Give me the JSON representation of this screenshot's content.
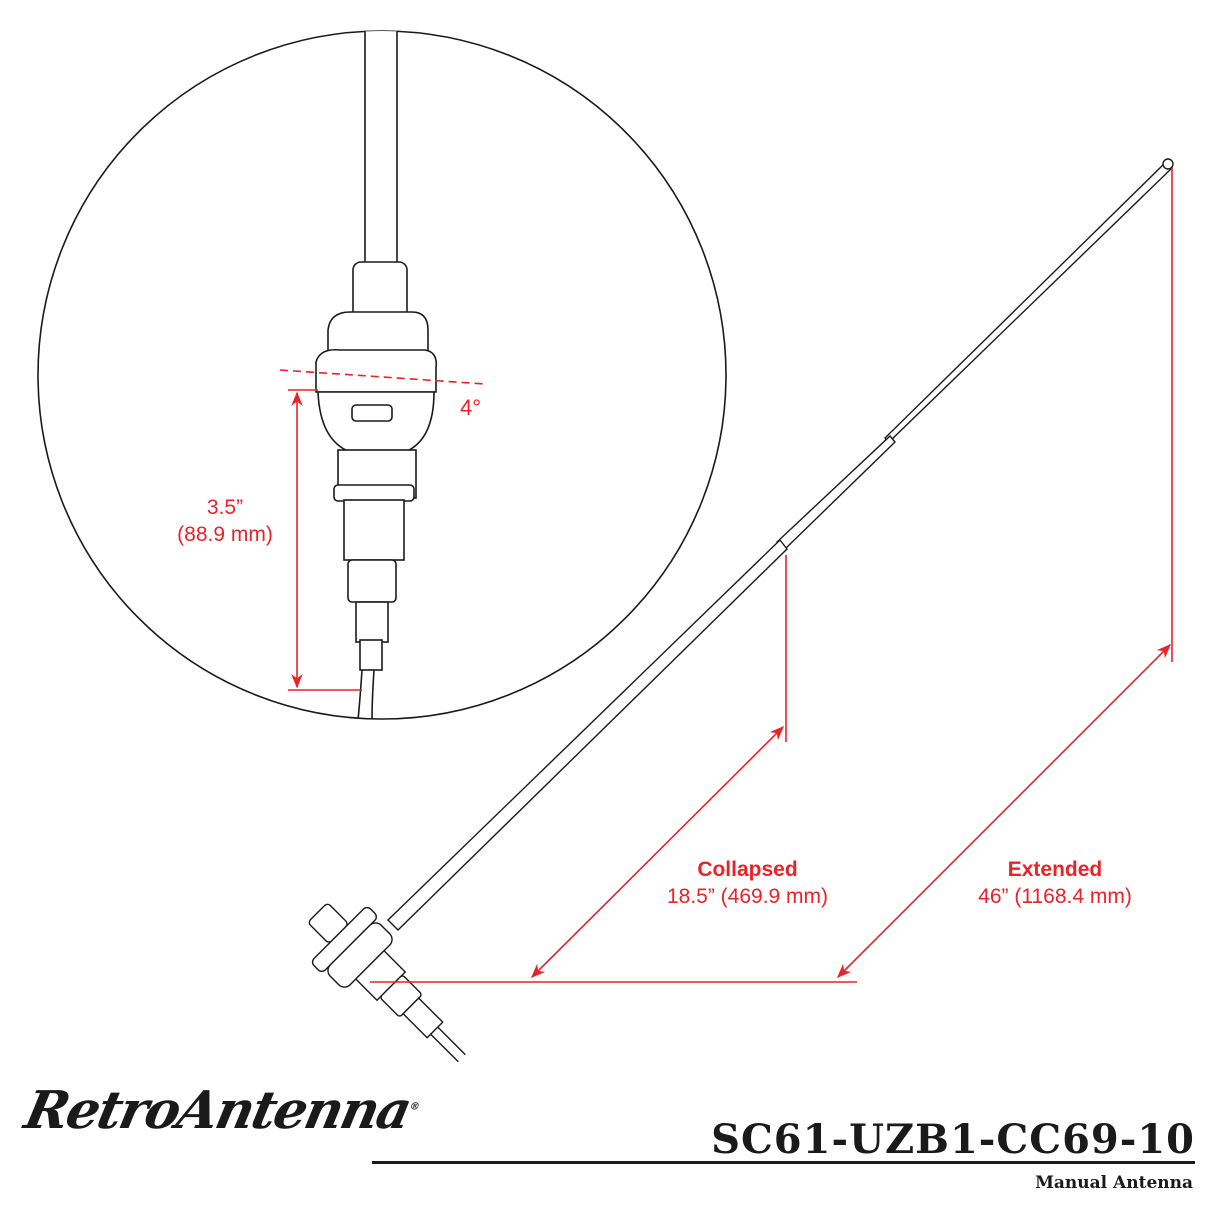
{
  "colors": {
    "dimension": "#e8232a",
    "line": "#1a1a1a"
  },
  "detail": {
    "angle_label": "4°",
    "height_label": "3.5”",
    "height_metric": "(88.9 mm)"
  },
  "collapsed": {
    "title": "Collapsed",
    "value": "18.5” (469.9 mm)"
  },
  "extended": {
    "title": "Extended",
    "value": "46” (1168.4 mm)"
  },
  "brand": {
    "logo": "RetroAntenna",
    "registered": "®"
  },
  "product": {
    "part_number": "SC61-UZB1-CC69-10",
    "subtitle": "Manual Antenna"
  }
}
